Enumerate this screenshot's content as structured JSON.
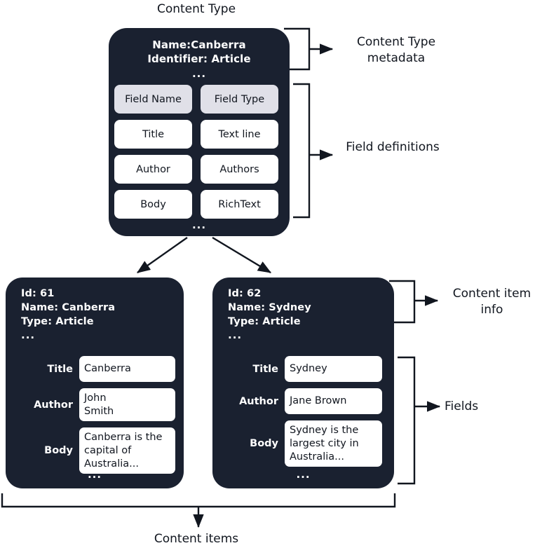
{
  "diagram": {
    "title_top": "Content Type",
    "title_bottom": "Content items",
    "colors": {
      "card_bg": "#1a2130",
      "card_text": "#ffffff",
      "box_bg": "#ffffff",
      "header_box_bg": "#e0e0e8",
      "page_bg": "#ffffff",
      "stroke": "#11161f"
    }
  },
  "content_type_card": {
    "metadata": {
      "name_line": "Name:Canberra",
      "identifier_line": "Identifier: Article",
      "ellipsis": "..."
    },
    "field_table": {
      "headers": [
        "Field Name",
        "Field Type"
      ],
      "rows": [
        [
          "Title",
          "Text line"
        ],
        [
          "Author",
          "Authors"
        ],
        [
          "Body",
          "RichText"
        ]
      ]
    },
    "bottom_ellipsis": "..."
  },
  "annotations": {
    "content_type_metadata": "Content Type metadata",
    "field_definitions": "Field definitions",
    "content_item_info": "Content item info",
    "fields": "Fields"
  },
  "content_items": [
    {
      "info": {
        "id_line": "Id: 61",
        "name_line": "Name: Canberra",
        "type_line": "Type: Article",
        "ellipsis": "..."
      },
      "fields": [
        {
          "label": "Title",
          "value": "Canberra"
        },
        {
          "label": "Author",
          "value": "John\nSmith"
        },
        {
          "label": "Body",
          "value": "Canberra is the\ncapital of\nAustralia..."
        }
      ],
      "bottom_ellipsis": "..."
    },
    {
      "info": {
        "id_line": "Id: 62",
        "name_line": "Name: Sydney",
        "type_line": "Type: Article",
        "ellipsis": "..."
      },
      "fields": [
        {
          "label": "Title",
          "value": "Sydney"
        },
        {
          "label": "Author",
          "value": "Jane Brown"
        },
        {
          "label": "Body",
          "value": "Sydney is the\nlargest city in\nAustralia..."
        }
      ],
      "bottom_ellipsis": "..."
    }
  ]
}
